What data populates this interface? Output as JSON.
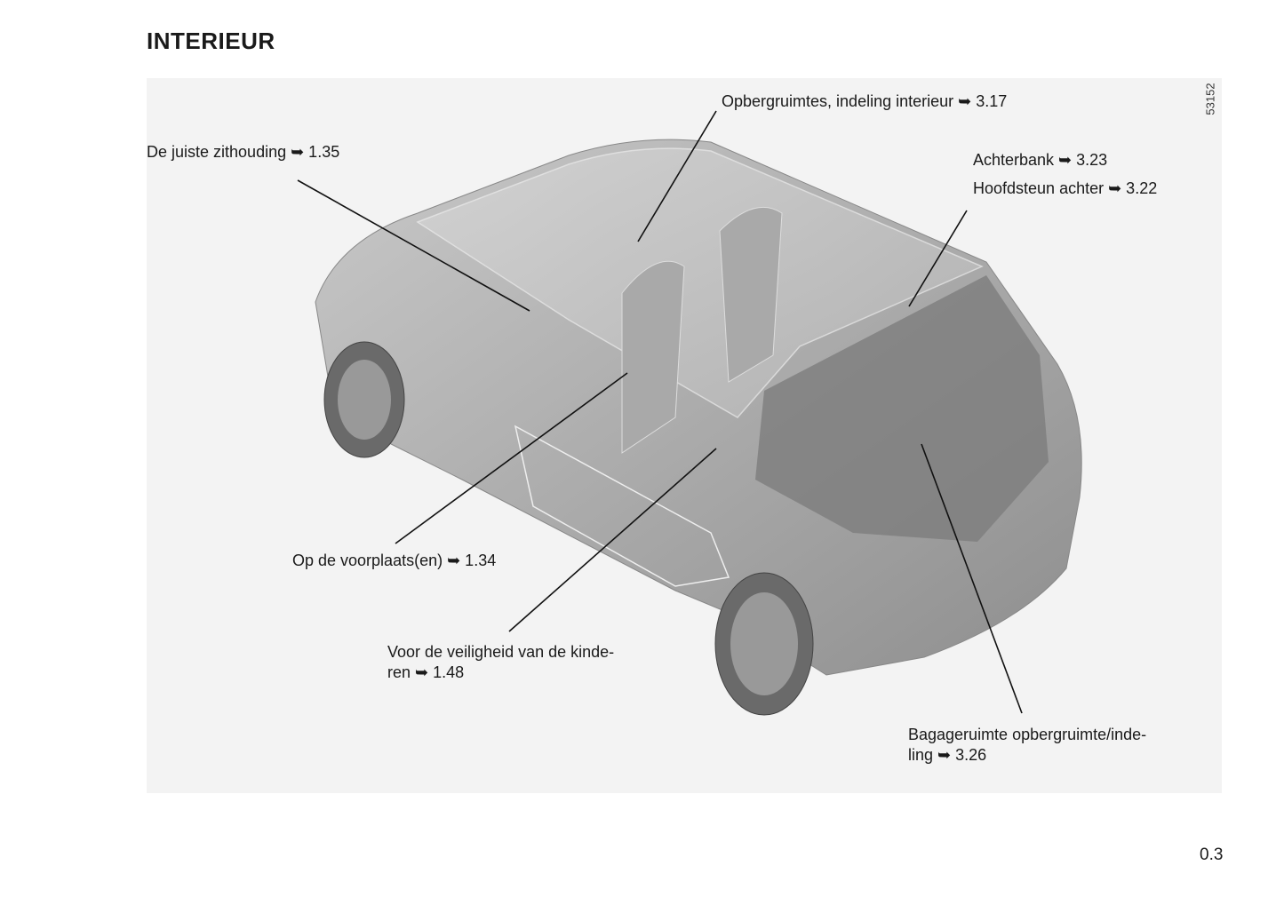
{
  "title": "INTERIEUR",
  "figure_number": "53152",
  "page_number": "0.3",
  "callouts": {
    "storage": "Opbergruimtes, indeling interieur ➥ 3.17",
    "seating": "De juiste zithouding ➥ 1.35",
    "rear_bench": "Achterbank ➥ 3.23",
    "rear_headrest": "Hoofdsteun achter ➥ 3.22",
    "front_seats": "Op de voorplaats(en) ➥ 1.34",
    "child_safety_1": "Voor de veiligheid van de kinde-",
    "child_safety_2": "ren ➥ 1.48",
    "luggage_1": "Bagageruimte opbergruimte/inde-",
    "luggage_2": "ling ➥ 3.26"
  }
}
